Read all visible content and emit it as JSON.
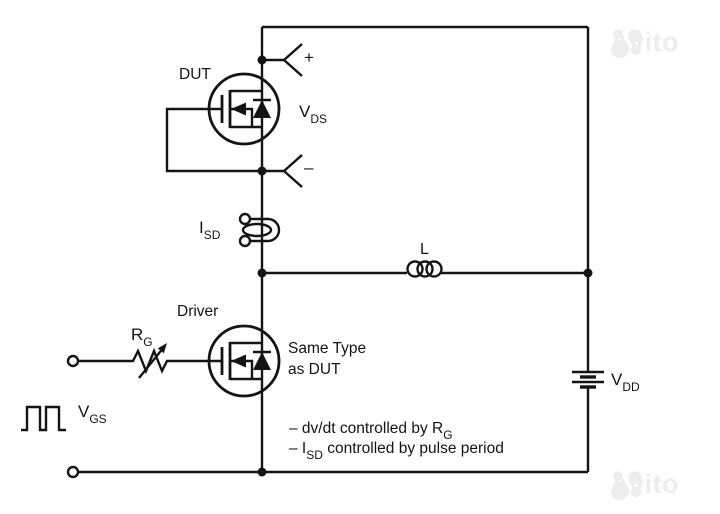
{
  "diagram": {
    "labels": {
      "dut": "DUT",
      "driver": "Driver",
      "same_type_line1": "Same Type",
      "same_type_line2": "as DUT",
      "inductor": "L",
      "plus": "+",
      "minus": "–",
      "vds": {
        "base": "V",
        "sub": "DS"
      },
      "isd": {
        "base": "I",
        "sub": "SD"
      },
      "rg": {
        "base": "R",
        "sub": "G"
      },
      "vgs": {
        "base": "V",
        "sub": "GS"
      },
      "vdd": {
        "base": "V",
        "sub": "DD"
      }
    },
    "notes": {
      "line1": {
        "pre": "– dv/dt controlled by R",
        "sub": "G",
        "post": ""
      },
      "line2": {
        "pre": "– I",
        "sub": "SD",
        "post": " controlled by pulse period"
      }
    }
  },
  "watermark": {
    "text": "Avito",
    "color": "#ededed"
  },
  "colors": {
    "line": "#141414",
    "background": "#ffffff"
  }
}
